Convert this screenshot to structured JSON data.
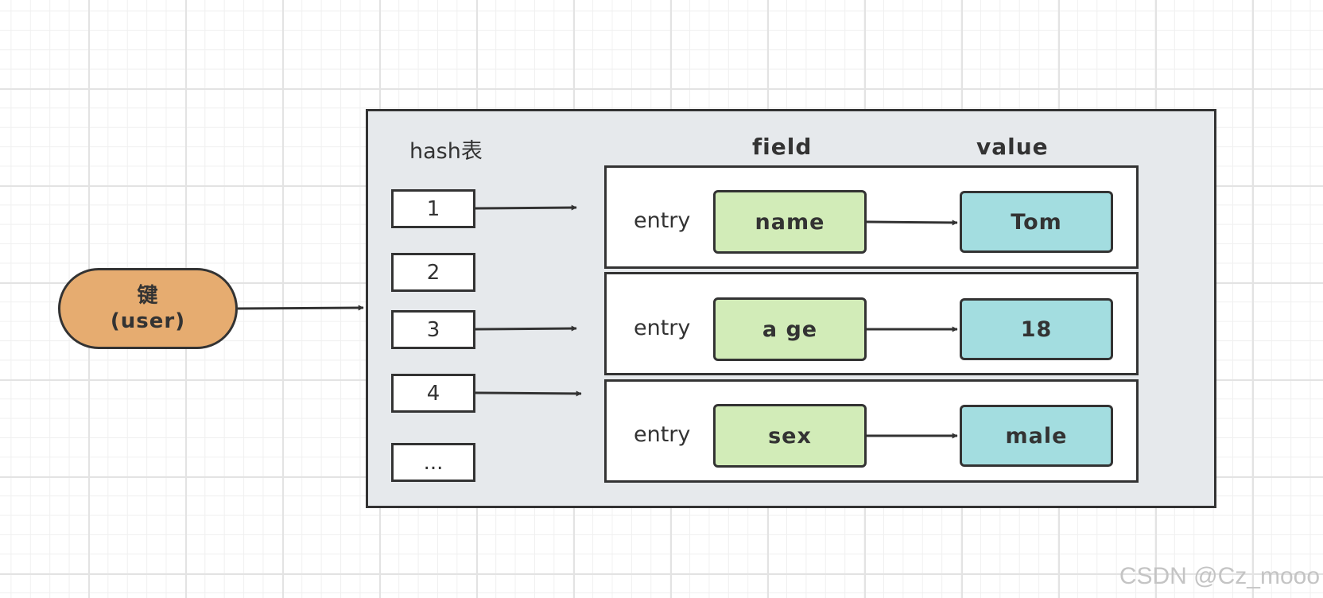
{
  "key": {
    "line1": "键",
    "line2": "(user)"
  },
  "hash_table": {
    "title": "hash表",
    "slots": [
      "1",
      "2",
      "3",
      "4",
      "..."
    ]
  },
  "headers": {
    "field": "field",
    "value": "value"
  },
  "entries": [
    {
      "label": "entry",
      "field": "name",
      "value": "Tom"
    },
    {
      "label": "entry",
      "field": "a ge",
      "value": "18"
    },
    {
      "label": "entry",
      "field": "sex",
      "value": "male"
    }
  ],
  "watermark": "CSDN @Cz_mooo",
  "colors": {
    "key_fill": "#e6ac70",
    "container_fill": "#e6e9ec",
    "field_fill": "#d2ecb8",
    "value_fill": "#a3dde0",
    "stroke": "#333333"
  }
}
